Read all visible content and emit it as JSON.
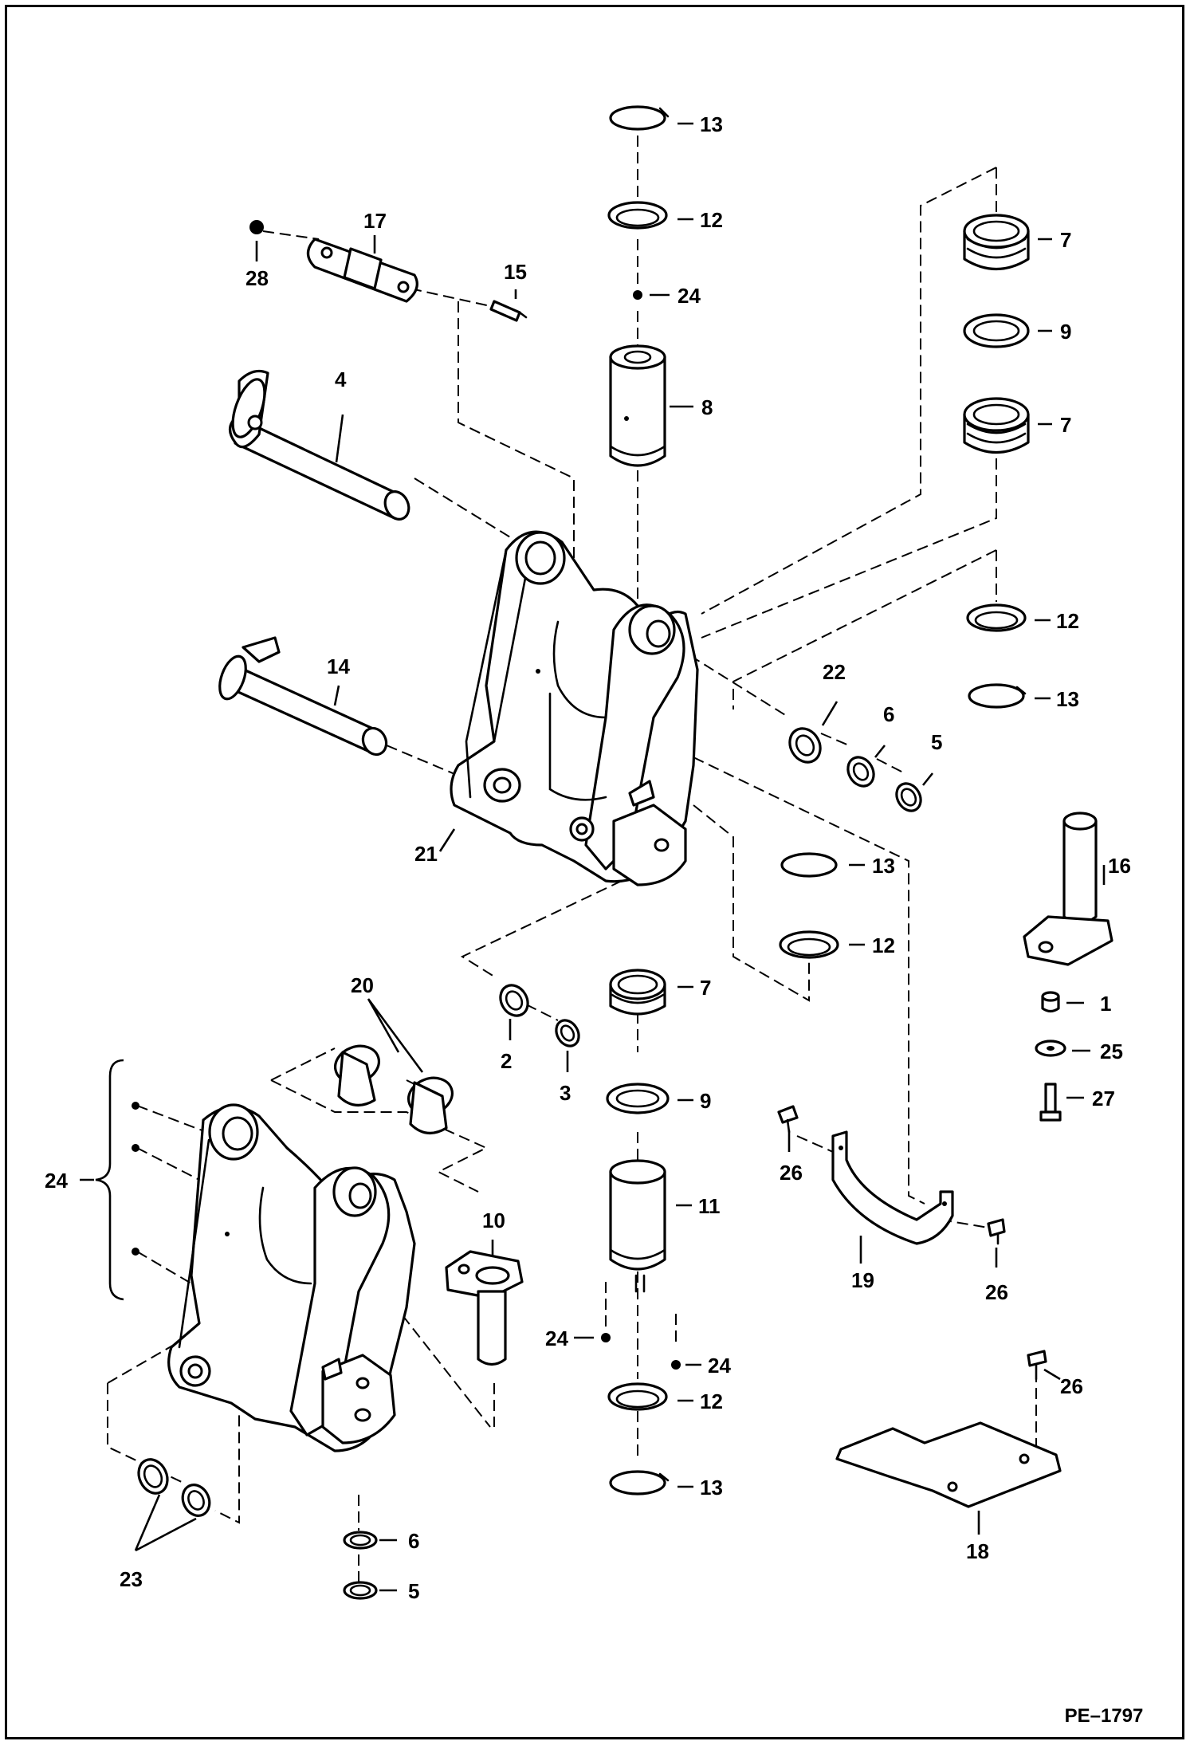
{
  "figure_code": "PE–1797",
  "callouts": [
    {
      "id": "c13a",
      "text": "13"
    },
    {
      "id": "c12a",
      "text": "12"
    },
    {
      "id": "c24a",
      "text": "24"
    },
    {
      "id": "c8",
      "text": "8"
    },
    {
      "id": "c17",
      "text": "17"
    },
    {
      "id": "c28",
      "text": "28"
    },
    {
      "id": "c15",
      "text": "15"
    },
    {
      "id": "c4",
      "text": "4"
    },
    {
      "id": "c7a",
      "text": "7"
    },
    {
      "id": "c9a",
      "text": "9"
    },
    {
      "id": "c7b",
      "text": "7"
    },
    {
      "id": "c12b",
      "text": "12"
    },
    {
      "id": "c13b",
      "text": "13"
    },
    {
      "id": "c14",
      "text": "14"
    },
    {
      "id": "c22",
      "text": "22"
    },
    {
      "id": "c6a",
      "text": "6"
    },
    {
      "id": "c5a",
      "text": "5"
    },
    {
      "id": "c21",
      "text": "21"
    },
    {
      "id": "c16",
      "text": "16"
    },
    {
      "id": "c13c",
      "text": "13"
    },
    {
      "id": "c12c",
      "text": "12"
    },
    {
      "id": "c1",
      "text": "1"
    },
    {
      "id": "c25",
      "text": "25"
    },
    {
      "id": "c27",
      "text": "27"
    },
    {
      "id": "c20",
      "text": "20"
    },
    {
      "id": "c7c",
      "text": "7"
    },
    {
      "id": "c2",
      "text": "2"
    },
    {
      "id": "c3",
      "text": "3"
    },
    {
      "id": "c9b",
      "text": "9"
    },
    {
      "id": "c24b",
      "text": "24"
    },
    {
      "id": "c26a",
      "text": "26"
    },
    {
      "id": "c11",
      "text": "11"
    },
    {
      "id": "c10",
      "text": "10"
    },
    {
      "id": "c19",
      "text": "19"
    },
    {
      "id": "c26b",
      "text": "26"
    },
    {
      "id": "c24c",
      "text": "24"
    },
    {
      "id": "c24d",
      "text": "24"
    },
    {
      "id": "c12d",
      "text": "12"
    },
    {
      "id": "c26c",
      "text": "26"
    },
    {
      "id": "c13d",
      "text": "13"
    },
    {
      "id": "c18",
      "text": "18"
    },
    {
      "id": "c23",
      "text": "23"
    },
    {
      "id": "c6b",
      "text": "6"
    },
    {
      "id": "c5b",
      "text": "5"
    }
  ]
}
